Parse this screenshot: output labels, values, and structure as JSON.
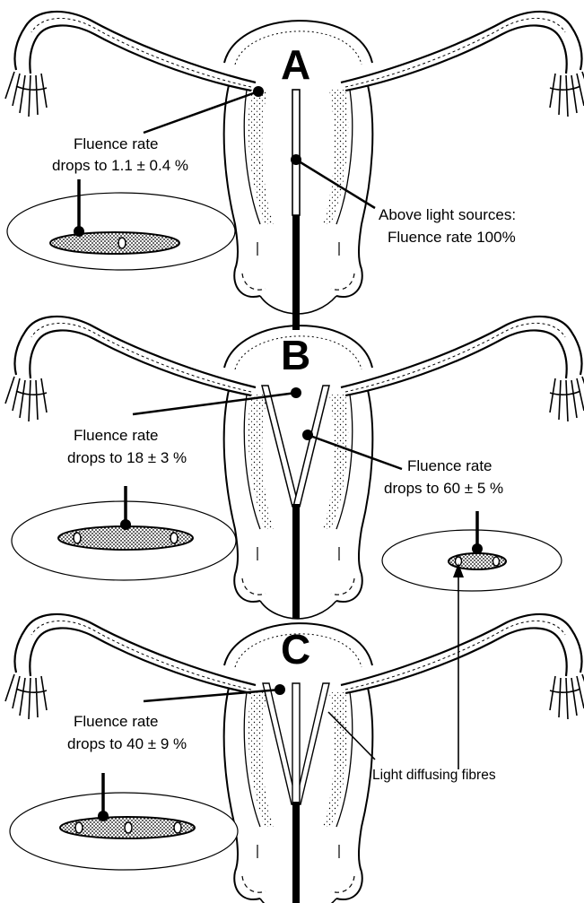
{
  "panels": [
    {
      "letter": "A",
      "labels": {
        "left_line1": "Fluence rate",
        "left_line2": "drops to 1.1 ± 0.4 %",
        "right_line1": "Above light sources:",
        "right_line2": "Fluence rate 100%"
      }
    },
    {
      "letter": "B",
      "labels": {
        "left_line1": "Fluence rate",
        "left_line2": "drops to 18 ± 3 %",
        "right_line1": "Fluence rate",
        "right_line2": "drops to 60 ± 5 %"
      }
    },
    {
      "letter": "C",
      "labels": {
        "left_line1": "Fluence rate",
        "left_line2": "drops to 40 ± 9 %",
        "right_line1": "Light diffusing fibres"
      }
    }
  ]
}
